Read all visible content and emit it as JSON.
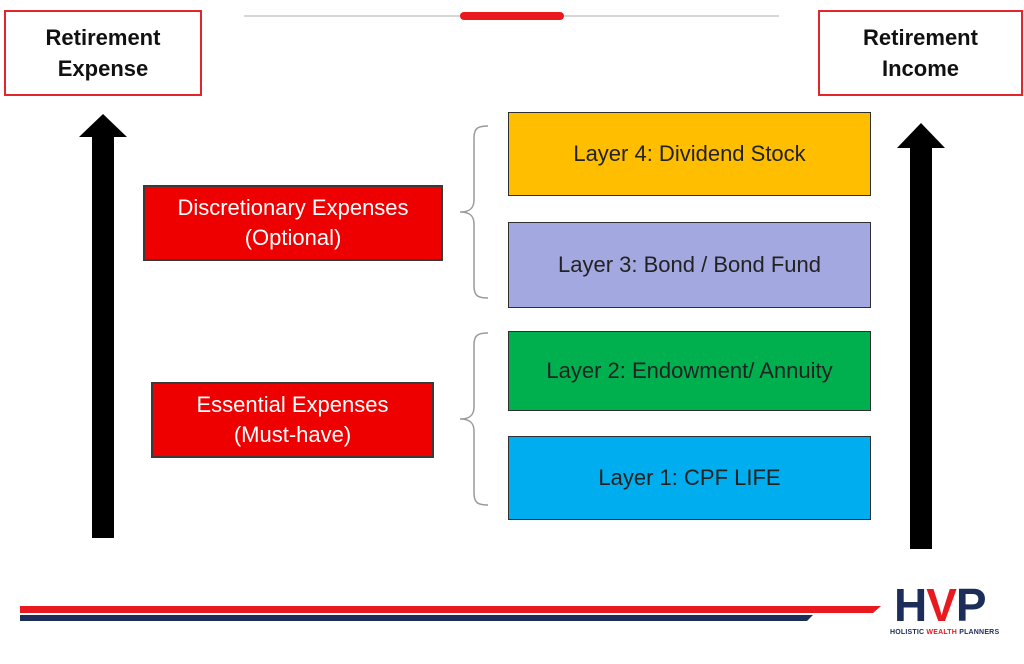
{
  "left_title": [
    "Retirement",
    "Expense"
  ],
  "right_title": [
    "Retirement",
    "Income"
  ],
  "expenses": {
    "discretionary": [
      "Discretionary Expenses",
      "(Optional)"
    ],
    "essential": [
      "Essential Expenses",
      "(Must-have)"
    ]
  },
  "layers": [
    {
      "label": "Layer 4: Dividend Stock",
      "color": "#ffbf00"
    },
    {
      "label": "Layer 3: Bond / Bond Fund",
      "color": "#a4a8e1"
    },
    {
      "label": "Layer 2: Endowment/ Annuity",
      "color": "#00b04f"
    },
    {
      "label": "Layer 1: CPF LIFE",
      "color": "#00aeef"
    }
  ],
  "logo": {
    "letters": [
      "H",
      "V",
      "P"
    ],
    "tagline": [
      "HOLISTIC",
      "WEALTH",
      "PLANNERS"
    ]
  },
  "colors": {
    "accent_red": "#e8191f",
    "expense_red": "#ee0000",
    "navy": "#1c2d5a"
  }
}
